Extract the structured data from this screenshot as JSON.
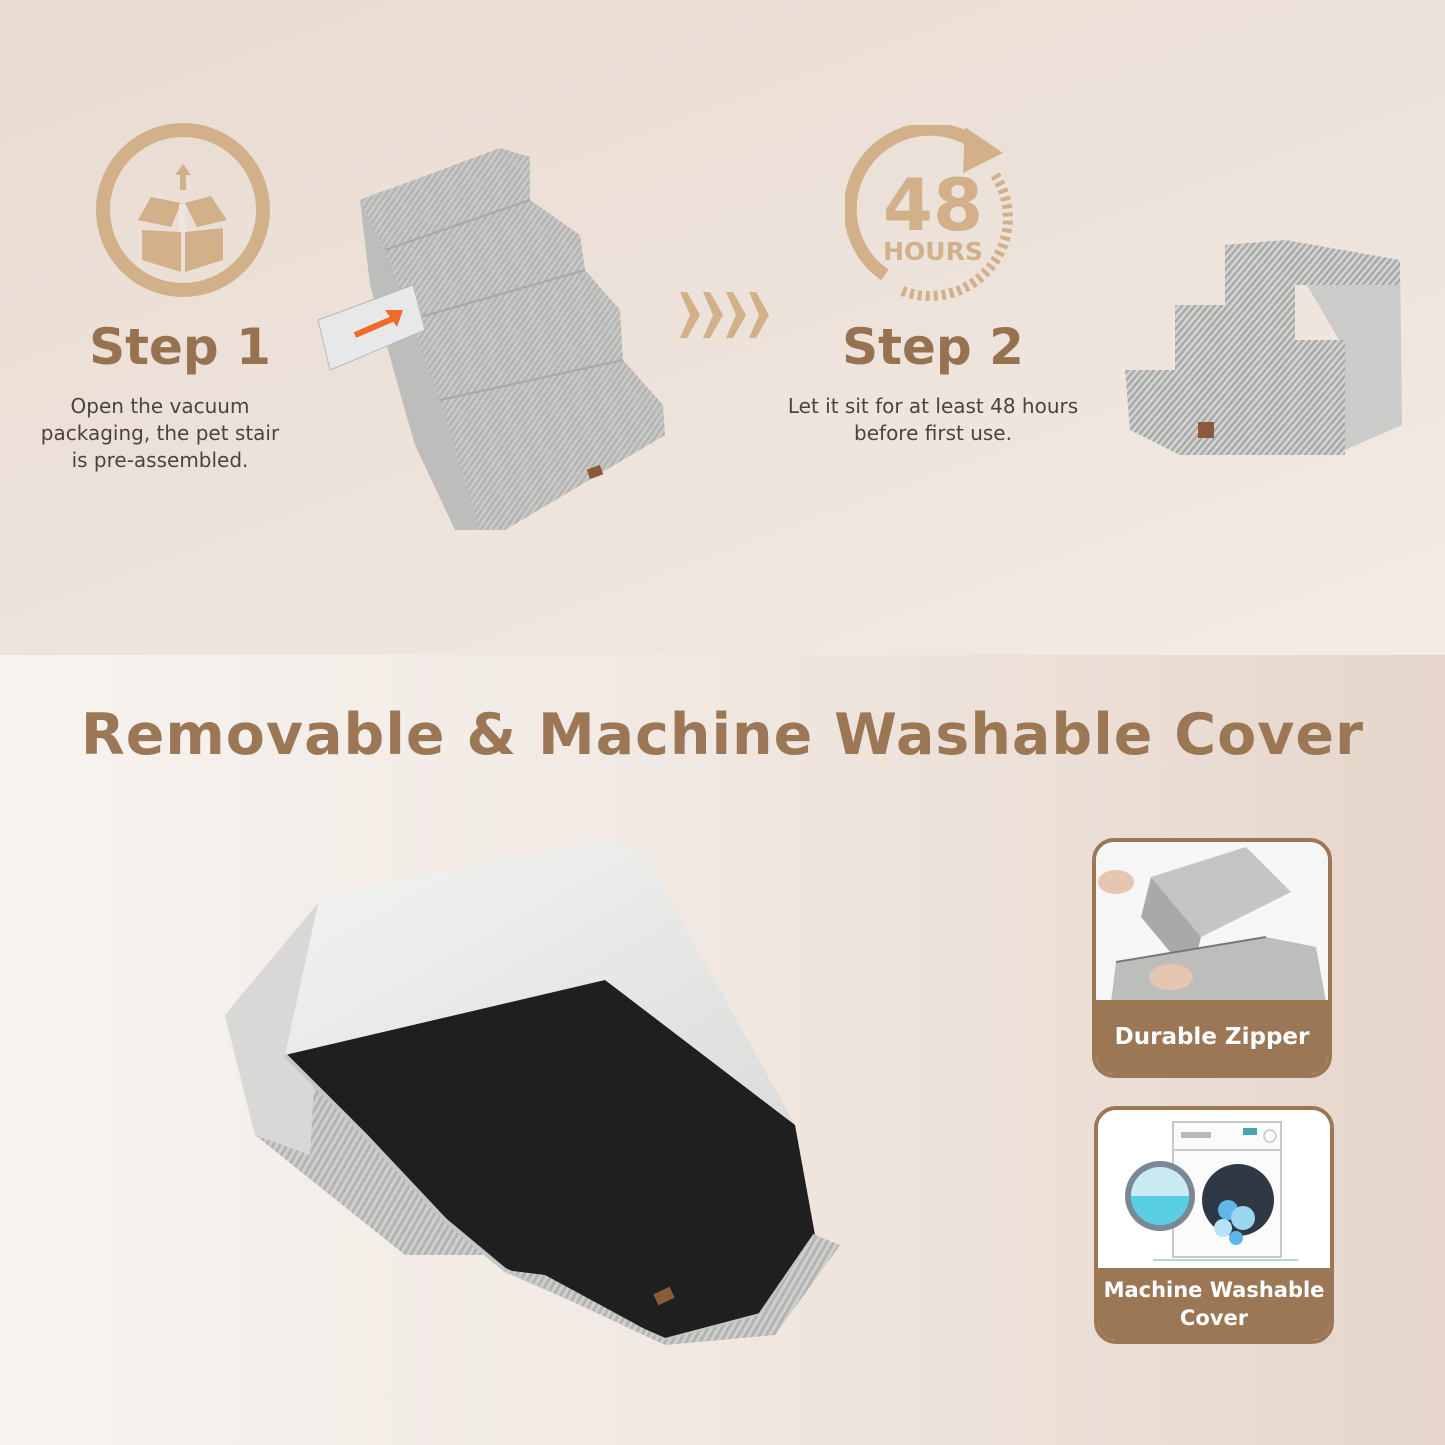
{
  "colors": {
    "accent_brown": "#9b7756",
    "icon_tan": "#d1b08a",
    "arrow_orange": "#f06a2a",
    "fabric_gray": "#c8c8c6",
    "liner_black": "#1e1e1e"
  },
  "steps": [
    {
      "icon": "open-box-icon",
      "title": "Step 1",
      "description_lines": [
        "Open the vacuum",
        "packaging, the pet stair",
        "is pre-assembled."
      ]
    },
    {
      "icon": "48-hours-icon",
      "icon_number": "48",
      "icon_unit": "HOURS",
      "title": "Step 2",
      "description_lines": [
        "Let it sit for at least 48 hours",
        "before first use."
      ]
    }
  ],
  "step_connector": "chevrons-right-icon",
  "section_title": "Removable & Machine Washable Cover",
  "feature_cards": [
    {
      "caption": "Durable Zipper",
      "image": "zipper-photo"
    },
    {
      "caption_lines": [
        "Machine Washable",
        "Cover"
      ],
      "image": "washing-machine-illustration"
    }
  ]
}
